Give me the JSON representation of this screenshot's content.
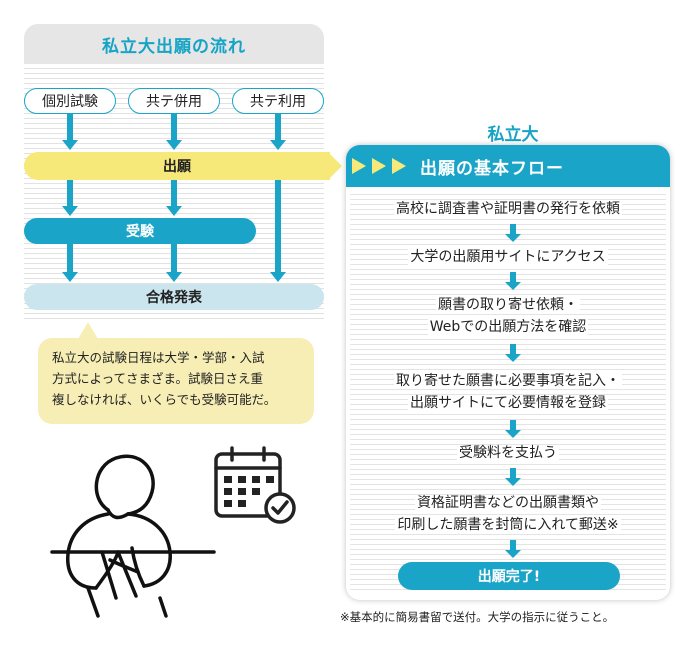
{
  "left": {
    "title": "私立大出願の流れ",
    "routes": [
      "個別試験",
      "共テ併用",
      "共テ利用"
    ],
    "step_apply": "出願",
    "step_exam": "受験",
    "step_result": "合格発表",
    "note_lines": [
      "私立大の試験日程は大学・学部・入試",
      "方式によってさまざま。試験日さえ重",
      "複しなければ、いくらでも受験可能だ。"
    ]
  },
  "right": {
    "label": "私立大",
    "header": "出願の基本フロー",
    "steps": [
      [
        "高校に調査書や証明書の発行を依頼"
      ],
      [
        "大学の出願用サイトにアクセス"
      ],
      [
        "願書の取り寄せ依頼・",
        "Webでの出願方法を確認"
      ],
      [
        "取り寄せた願書に必要事項を記入・",
        "出願サイトにて必要情報を登録"
      ],
      [
        "受験料を支払う"
      ],
      [
        "資格証明書などの出願書類や",
        "印刷した願書を封筒に入れて郵送※"
      ]
    ],
    "done": "出願完了!",
    "footnote": "※基本的に簡易書留で送付。大学の指示に従うこと。"
  },
  "colors": {
    "teal": "#1aa5c8",
    "yellow": "#f6e879",
    "light_blue": "#cbe5ef",
    "note": "#f7eeb6"
  },
  "icons": [
    "calendar-check-icon",
    "person-writing-illustration"
  ]
}
